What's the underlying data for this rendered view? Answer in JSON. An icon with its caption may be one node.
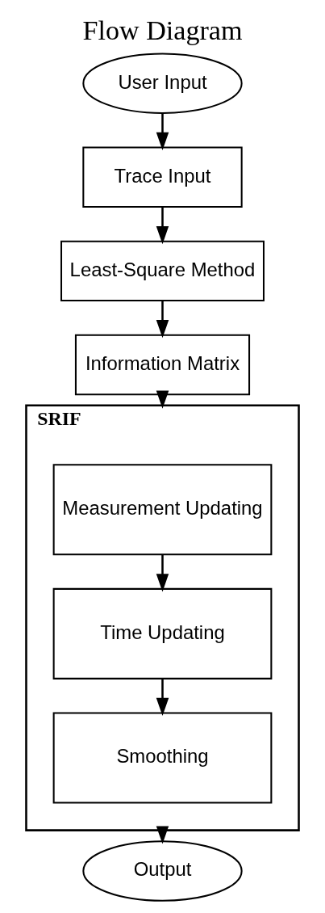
{
  "diagram": {
    "title": "Flow Diagram",
    "nodes": [
      {
        "text": [
          "User Input"
        ]
      },
      {
        "text": [
          "Trace Input"
        ]
      },
      {
        "text": [
          "Least-Square Method"
        ]
      },
      {
        "text": [
          "Information Matrix"
        ]
      },
      {
        "text": [
          "SRIF"
        ]
      },
      {
        "text": [
          "Measurement Updating"
        ],
        "in": 4
      },
      {
        "text": [
          "Time Updating"
        ],
        "in": 4
      },
      {
        "text": [
          "Smoothing"
        ],
        "in": 4
      },
      {
        "text": [
          "Output"
        ]
      }
    ],
    "edges": [
      {
        "from": 0,
        "to": 1,
        "arrow": "to"
      },
      {
        "from": 1,
        "to": 2,
        "arrow": "to"
      },
      {
        "from": 2,
        "to": 3,
        "arrow": "to"
      },
      {
        "from": 3,
        "to": 4,
        "arrow": "to"
      },
      {
        "from": 5,
        "to": 6,
        "arrow": "to"
      },
      {
        "from": 6,
        "to": 7,
        "arrow": "to"
      },
      {
        "from": 4,
        "to": 8,
        "arrow": "to"
      }
    ]
  }
}
